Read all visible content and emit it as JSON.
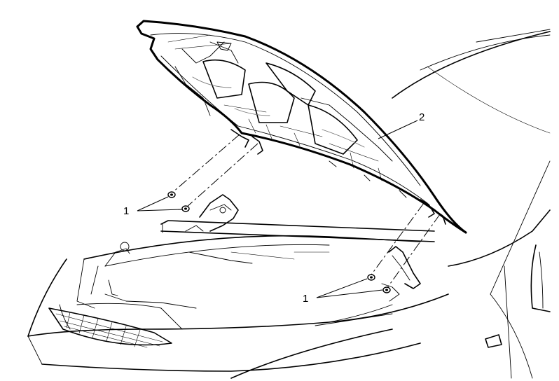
{
  "callouts": {
    "hinge_bolts_left": "1",
    "hinge_bolts_right": "1",
    "hood_panel": "2"
  },
  "colors": {
    "line": "#000000",
    "background": "#ffffff"
  }
}
